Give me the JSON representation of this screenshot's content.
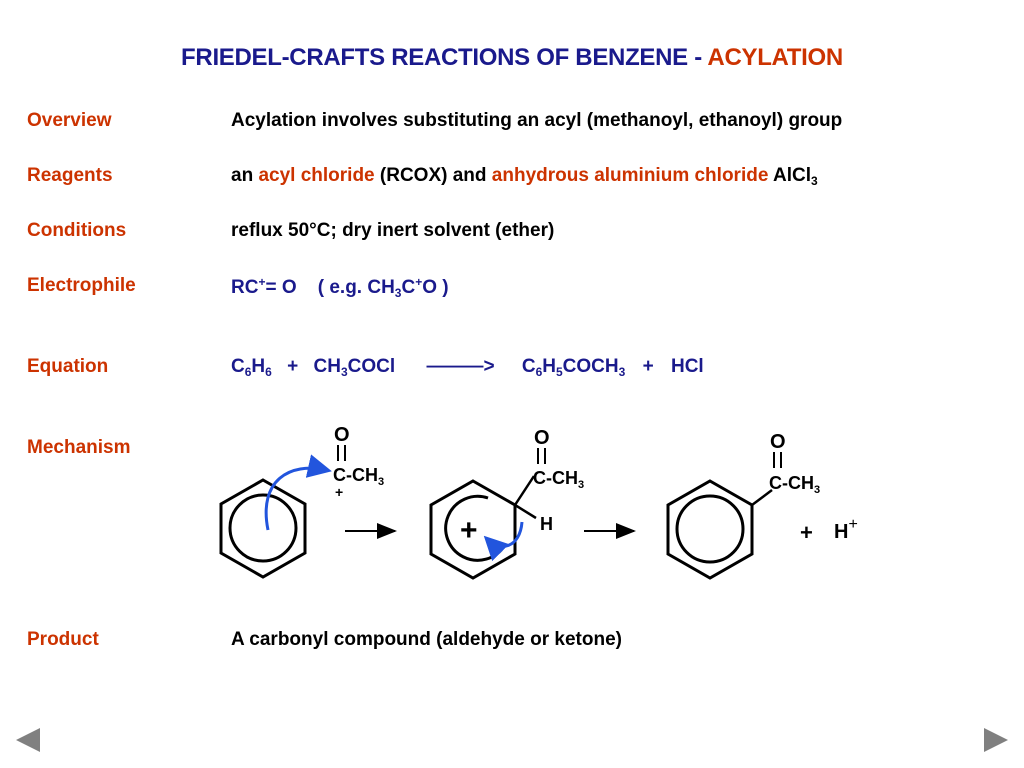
{
  "title": {
    "main": "FRIEDEL-CRAFTS REACTIONS OF BENZENE - ",
    "accent": "ACYLATION"
  },
  "rows": {
    "overview": {
      "label": "Overview",
      "text": "Acylation involves substituting an acyl (methanoyl, ethanoyl) group"
    },
    "reagents": {
      "label": "Reagents",
      "t1": "an ",
      "t2": "acyl chloride",
      "t3": " (RCOX) and ",
      "t4": "anhydrous aluminium chloride",
      "t5": " AlCl",
      "t6": "3"
    },
    "conditions": {
      "label": "Conditions",
      "text": "reflux 50°C; dry inert solvent (ether)"
    },
    "electrophile": {
      "label": "Electrophile",
      "t1": "RC",
      "t2": "+",
      "t3": "= O    ( e.g. CH",
      "t4": "3",
      "t5": "C",
      "t6": "+",
      "t7": "O )"
    },
    "equation": {
      "label": "Equation",
      "c": "C",
      "six": "6",
      "h": "H",
      "plus": "+",
      "ch3cocl_a": "CH",
      "three": "3",
      "ch3cocl_b": "COCl",
      "arrow": "———>",
      "five": "5",
      "coch": "COCH",
      "hcl": "HCl"
    },
    "mechanism": {
      "label": "Mechanism"
    },
    "product": {
      "label": "Product",
      "text": "A carbonyl compound (aldehyde or ketone)"
    }
  },
  "mechanism": {
    "o": "O",
    "c_ch": "C-CH",
    "three": "3",
    "plus": "+",
    "h": "H",
    "h_plus_sign": "+"
  },
  "nav": {
    "prev": "previous-slide",
    "next": "next-slide"
  },
  "colors": {
    "title": "#1a1a8c",
    "accent": "#cc3300",
    "arrow": "#2255dd",
    "nav": "#808080"
  }
}
